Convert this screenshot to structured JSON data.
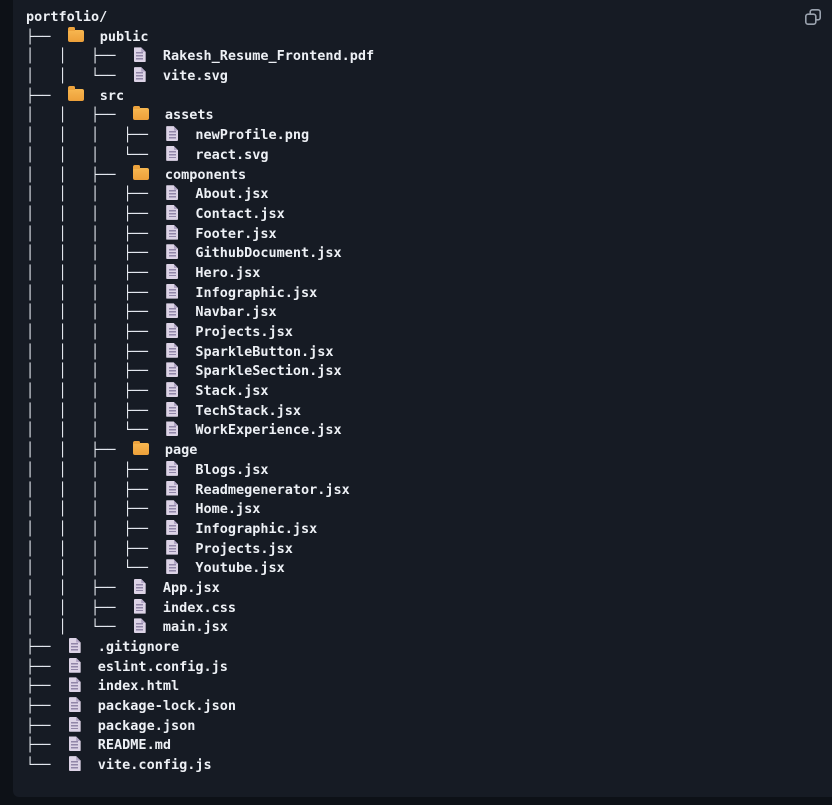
{
  "colors": {
    "page_background": "#0d1117",
    "block_background": "#161b24",
    "text": "#edf0f5",
    "guide_lines": "#e7ebf2",
    "folder_icon": "#f0a742",
    "file_icon_body": "#dcd3e6",
    "file_icon_fold": "#b2a6c6",
    "file_icon_lines": "#9186a8",
    "copy_icon": "#9aa2ae"
  },
  "toolbar": {
    "copy_icon_name": "copy-icon"
  },
  "tree": {
    "root": "portfolio/",
    "rows": [
      {
        "prefix": "├── ",
        "icon": "folder",
        "name": "public"
      },
      {
        "prefix": "│   │   ├── ",
        "icon": "file",
        "name": "Rakesh_Resume_Frontend.pdf"
      },
      {
        "prefix": "│   │   └── ",
        "icon": "file",
        "name": "vite.svg"
      },
      {
        "prefix": "├── ",
        "icon": "folder",
        "name": "src"
      },
      {
        "prefix": "│   │   ├── ",
        "icon": "folder",
        "name": "assets"
      },
      {
        "prefix": "│   │   │   ├── ",
        "icon": "file",
        "name": "newProfile.png"
      },
      {
        "prefix": "│   │   │   └── ",
        "icon": "file",
        "name": "react.svg"
      },
      {
        "prefix": "│   │   ├── ",
        "icon": "folder",
        "name": "components"
      },
      {
        "prefix": "│   │   │   ├── ",
        "icon": "file",
        "name": "About.jsx"
      },
      {
        "prefix": "│   │   │   ├── ",
        "icon": "file",
        "name": "Contact.jsx"
      },
      {
        "prefix": "│   │   │   ├── ",
        "icon": "file",
        "name": "Footer.jsx"
      },
      {
        "prefix": "│   │   │   ├── ",
        "icon": "file",
        "name": "GithubDocument.jsx"
      },
      {
        "prefix": "│   │   │   ├── ",
        "icon": "file",
        "name": "Hero.jsx"
      },
      {
        "prefix": "│   │   │   ├── ",
        "icon": "file",
        "name": "Infographic.jsx"
      },
      {
        "prefix": "│   │   │   ├── ",
        "icon": "file",
        "name": "Navbar.jsx"
      },
      {
        "prefix": "│   │   │   ├── ",
        "icon": "file",
        "name": "Projects.jsx"
      },
      {
        "prefix": "│   │   │   ├── ",
        "icon": "file",
        "name": "SparkleButton.jsx"
      },
      {
        "prefix": "│   │   │   ├── ",
        "icon": "file",
        "name": "SparkleSection.jsx"
      },
      {
        "prefix": "│   │   │   ├── ",
        "icon": "file",
        "name": "Stack.jsx"
      },
      {
        "prefix": "│   │   │   ├── ",
        "icon": "file",
        "name": "TechStack.jsx"
      },
      {
        "prefix": "│   │   │   └── ",
        "icon": "file",
        "name": "WorkExperience.jsx"
      },
      {
        "prefix": "│   │   ├── ",
        "icon": "folder",
        "name": "page"
      },
      {
        "prefix": "│   │   │   ├── ",
        "icon": "file",
        "name": "Blogs.jsx"
      },
      {
        "prefix": "│   │   │   ├── ",
        "icon": "file",
        "name": "Readmegenerator.jsx"
      },
      {
        "prefix": "│   │   │   ├── ",
        "icon": "file",
        "name": "Home.jsx"
      },
      {
        "prefix": "│   │   │   ├── ",
        "icon": "file",
        "name": "Infographic.jsx"
      },
      {
        "prefix": "│   │   │   ├── ",
        "icon": "file",
        "name": "Projects.jsx"
      },
      {
        "prefix": "│   │   │   └── ",
        "icon": "file",
        "name": "Youtube.jsx"
      },
      {
        "prefix": "│   │   ├── ",
        "icon": "file",
        "name": "App.jsx"
      },
      {
        "prefix": "│   │   ├── ",
        "icon": "file",
        "name": "index.css"
      },
      {
        "prefix": "│   │   └── ",
        "icon": "file",
        "name": "main.jsx"
      },
      {
        "prefix": "├── ",
        "icon": "file",
        "name": ".gitignore"
      },
      {
        "prefix": "├── ",
        "icon": "file",
        "name": "eslint.config.js"
      },
      {
        "prefix": "├── ",
        "icon": "file",
        "name": "index.html"
      },
      {
        "prefix": "├── ",
        "icon": "file",
        "name": "package-lock.json"
      },
      {
        "prefix": "├── ",
        "icon": "file",
        "name": "package.json"
      },
      {
        "prefix": "├── ",
        "icon": "file",
        "name": "README.md"
      },
      {
        "prefix": "└── ",
        "icon": "file",
        "name": "vite.config.js"
      }
    ]
  }
}
